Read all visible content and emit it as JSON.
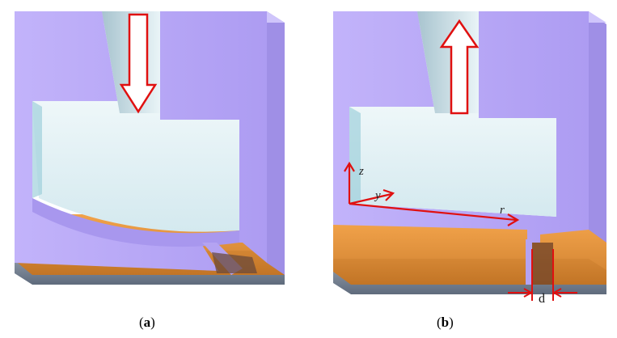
{
  "panels": [
    {
      "label_open": "(",
      "label_letter": "a",
      "label_close": ")",
      "flow_direction": "down"
    },
    {
      "label_open": "(",
      "label_letter": "b",
      "label_close": ")",
      "flow_direction": "up"
    }
  ],
  "axes": {
    "z": "z",
    "y": "y",
    "r": "r"
  },
  "dimension": {
    "label": "d"
  },
  "colors": {
    "body": "#b7a7f5",
    "body_side": "#9d8ce4",
    "body_top": "#cbbff9",
    "cavity": "#e3f1f5",
    "liquid": "#e68a2c",
    "base": "#7f8da0",
    "arrow": "#e01010"
  }
}
